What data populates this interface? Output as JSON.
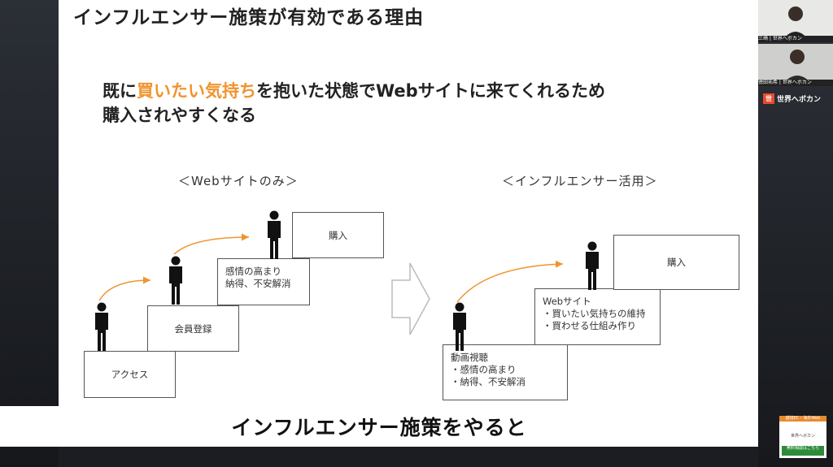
{
  "slide": {
    "title": "インフルエンサー施策が有効である理由",
    "lead_line1_pre": "既に",
    "lead_line1_highlight": "買いたい気持ち",
    "lead_line1_post": "を抱いた状態でWebサイトに来てくれるため",
    "lead_line2": "購入されやすくなる",
    "highlight_color": "#f0942e"
  },
  "left_diagram": {
    "heading": "＜Webサイトのみ＞",
    "step1": "アクセス",
    "step2": "会員登録",
    "step3_line1": "感情の高まり",
    "step3_line2": "納得、不安解消",
    "step4": "購入"
  },
  "right_diagram": {
    "heading": "＜インフルエンサー活用＞",
    "step1_title": "動画視聴",
    "step1_item1": "・感情の高まり",
    "step1_item2": "・納得、不安解消",
    "step2_title": "Webサイト",
    "step2_item1": "・買いたい気持ちの維持",
    "step2_item2": "・買わせる仕組み作り",
    "step3": "購入"
  },
  "caption": "インフルエンサー施策をやると",
  "sidebar": {
    "participant1_name": "三崎 | 世界へボカン",
    "participant2_name": "徳田祐希 | 世界へボカン",
    "logo_mark": "世",
    "logo_text": "世界へボカン",
    "promo_top": "越境EC・海外Web",
    "promo_mid": "世界へボカン",
    "promo_button": "無料相談はこちら"
  }
}
